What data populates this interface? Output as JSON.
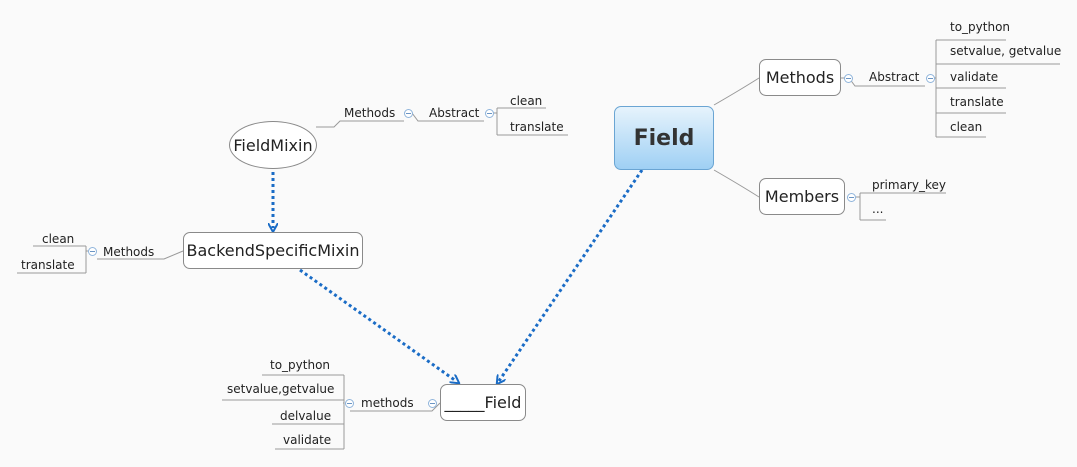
{
  "nodes": {
    "field": "Field",
    "field_mixin": "FieldMixin",
    "backend_mixin": "BackendSpecificMixin",
    "underscore_field": "_____Field",
    "field_methods": "Methods",
    "field_members": "Members"
  },
  "field_branch": {
    "abstract": "Abstract",
    "methods": [
      "to_python",
      "setvalue, getvalue",
      "validate",
      "translate",
      "clean"
    ],
    "members": [
      "primary_key",
      "..."
    ]
  },
  "mixin_branch": {
    "methods": "Methods",
    "abstract": "Abstract",
    "items": [
      "clean",
      "translate"
    ]
  },
  "backend_branch": {
    "methods": "Methods",
    "items": [
      "clean",
      "translate"
    ]
  },
  "underscore_branch": {
    "methods": "methods",
    "items": [
      "to_python",
      "setvalue,getvalue",
      "delvalue",
      "validate"
    ]
  },
  "colors": {
    "central_top": "#e6f3fc",
    "central_bottom": "#9fd0f4",
    "arrow": "#1a6cc6",
    "line": "#999999"
  }
}
